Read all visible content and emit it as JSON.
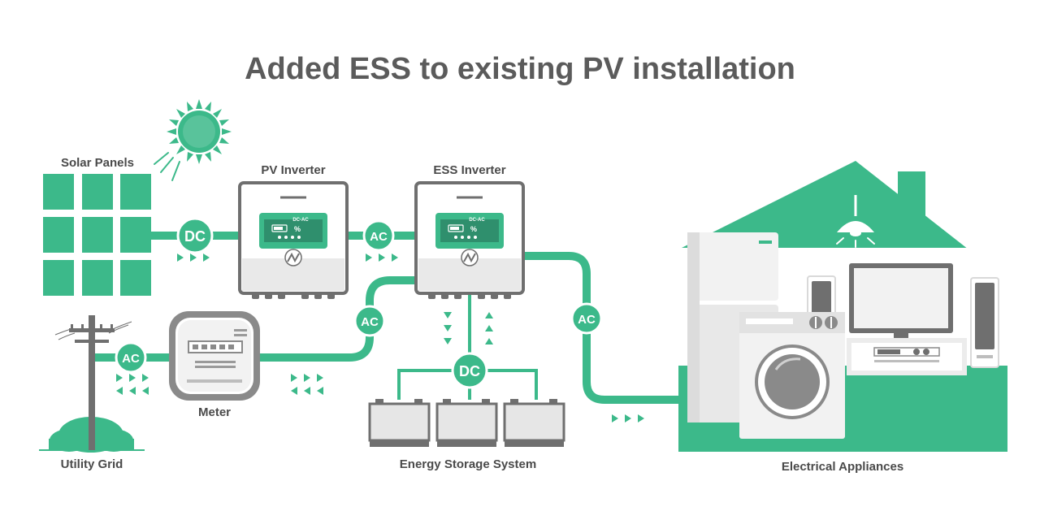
{
  "title": "Added ESS to existing PV installation",
  "colors": {
    "accent": "#3cb98a",
    "dark_text": "#4a4a4a",
    "device_gray": "#8a8a8a",
    "light_gray": "#e6e6e6"
  },
  "labels": {
    "solar_panels": "Solar Panels",
    "pv_inverter": "PV Inverter",
    "ess_inverter": "ESS Inverter",
    "meter": "Meter",
    "utility_grid": "Utility Grid",
    "energy_storage": "Energy Storage System",
    "electrical_appliances": "Electrical Appliances"
  },
  "badges": {
    "dc_solar": "DC",
    "ac_pv_ess": "AC",
    "ac_grid": "AC",
    "ac_meter_ess": "AC",
    "ac_appliances": "AC",
    "dc_battery": "DC"
  },
  "inverter_display": {
    "mode": "DC-AC",
    "percent": "%"
  },
  "icons": [
    "sun-icon",
    "solar-panel-icon",
    "inverter-icon",
    "meter-icon",
    "utility-pole-icon",
    "battery-icon",
    "house-icon",
    "fridge-icon",
    "washing-machine-icon",
    "tv-icon",
    "speaker-icon",
    "lamp-icon"
  ]
}
